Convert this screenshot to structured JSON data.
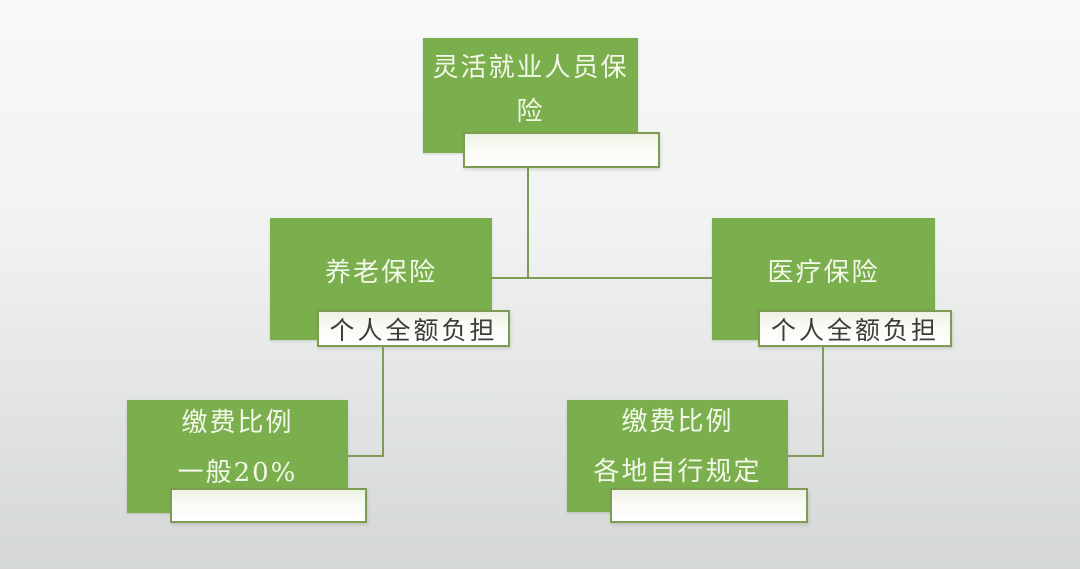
{
  "diagram": {
    "root": {
      "label": "灵活就业人员保险",
      "tag": ""
    },
    "pension": {
      "label": "养老保险",
      "tag": "个人全额负担"
    },
    "medical": {
      "label": "医疗保险",
      "tag": "个人全额负担"
    },
    "pension_rate": {
      "line1": "缴费比例",
      "line2": "一般20%",
      "tag": ""
    },
    "medical_rate": {
      "line1": "缴费比例",
      "line2": "各地自行规定",
      "tag": ""
    }
  },
  "colors": {
    "node_fill": "#7bae4c",
    "node_text": "#f2f8e9",
    "tag_border": "#7e9b52",
    "tag_fill_top": "#ecf1e3",
    "tag_fill_bottom": "#ffffff",
    "tag_text": "#3b3b39",
    "connector": "#7d9b57",
    "background_top": "#f8f9f8",
    "background_bottom": "#d4d7d6"
  }
}
